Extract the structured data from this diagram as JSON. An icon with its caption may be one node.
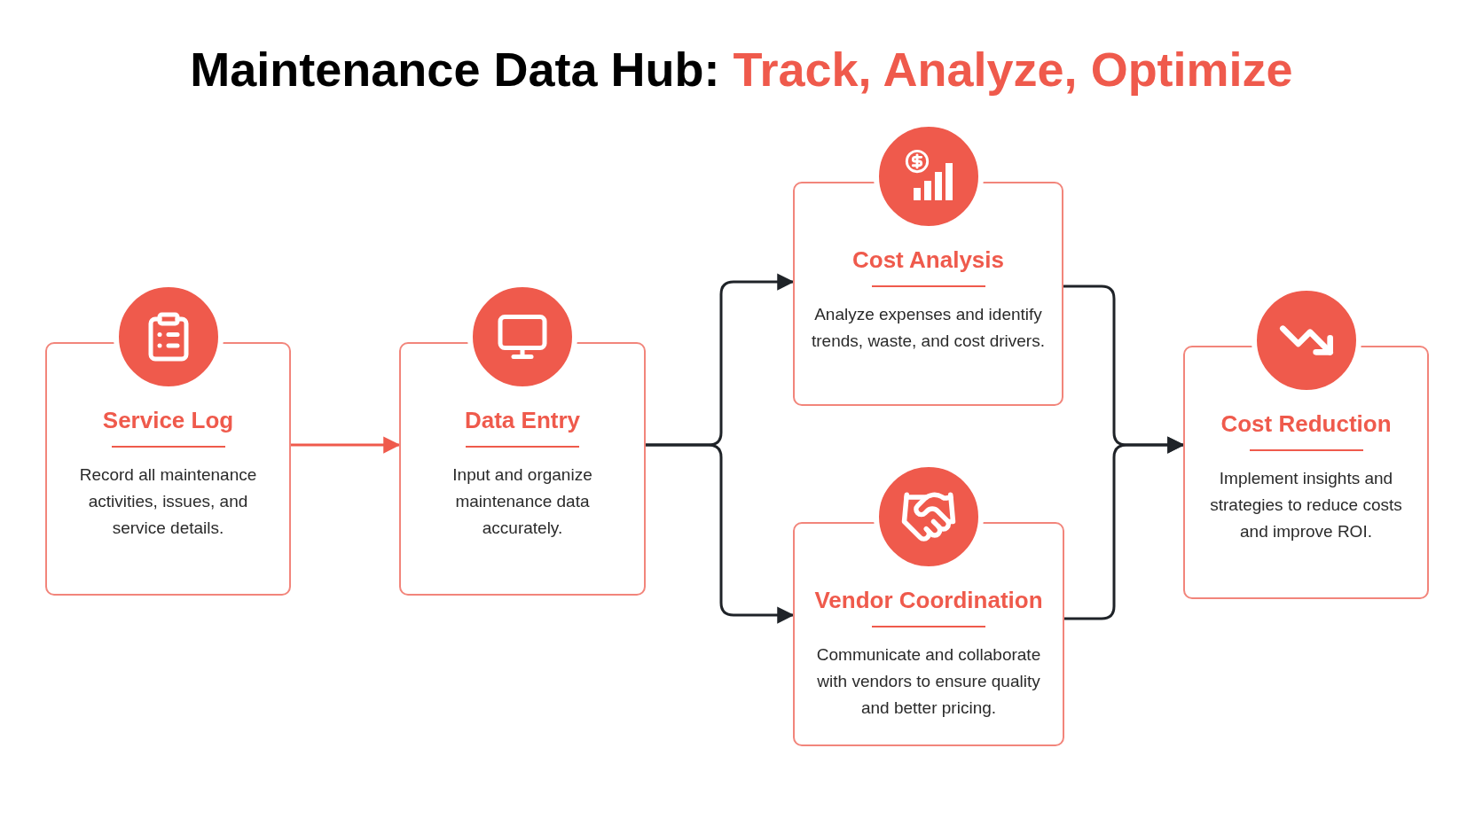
{
  "diagram": {
    "title": "Maintenance Data Hub: *Track, Analyze, Optimize*",
    "nodes": [
      {
        "text": [
          "Service Log",
          "Record all maintenance activities, issues, and service details."
        ]
      },
      {
        "text": [
          "Data Entry",
          "Input and organize maintenance data accurately."
        ]
      },
      {
        "text": [
          "Cost Analysis",
          "Analyze expenses and identify trends, waste, and cost drivers."
        ]
      },
      {
        "text": [
          "Vendor Coordination",
          "Communicate and collaborate with vendors to ensure quality and better pricing."
        ]
      },
      {
        "text": [
          "Cost Reduction",
          "Implement insights and strategies to reduce costs and improve ROI."
        ]
      }
    ],
    "edges": [
      {
        "from": 0,
        "to": 1,
        "arrow": "to",
        "color": "#ef5a4c"
      },
      {
        "from": 1,
        "to": 2,
        "arrow": "to"
      },
      {
        "from": 1,
        "to": 3,
        "arrow": "to"
      },
      {
        "from": 2,
        "to": 4,
        "arrow": "to"
      },
      {
        "from": 3,
        "to": 4,
        "arrow": "to"
      }
    ]
  }
}
